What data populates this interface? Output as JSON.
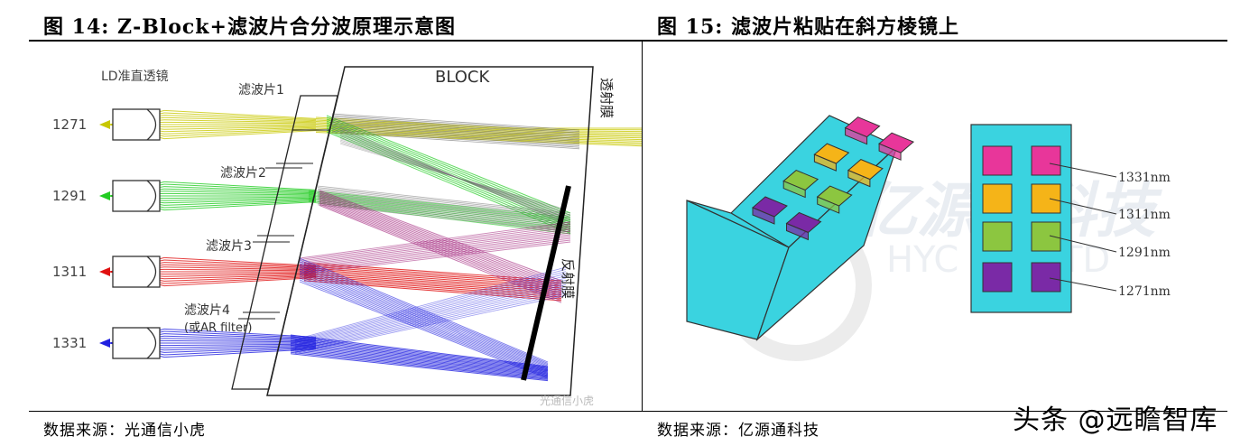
{
  "figure14": {
    "title": "图 14:  Z-Block+滤波片合分波原理示意图",
    "source": "数据来源：光通信小虎",
    "labels": {
      "ld": "LD准直透镜",
      "block": "BLOCK",
      "filter1": "滤波片1",
      "filter2": "滤波片2",
      "filter3": "滤波片3",
      "filter4": "滤波片4",
      "filter4_note": "(或AR filter)",
      "transmit_film": "透射膜",
      "reflect_film": "反射膜",
      "wl1": "1271",
      "wl2": "1291",
      "wl3": "1311",
      "wl4": "1331",
      "watermark": "光通信小虎"
    },
    "colors": {
      "1271": "#c8c800",
      "1291": "#22cc22",
      "1311": "#e01010",
      "1331": "#2020e0",
      "magenta": "#a0207a"
    }
  },
  "figure15": {
    "title": "图 15:  滤波片粘贴在斜方棱镜上",
    "source": "数据来源：亿源通科技",
    "labels": {
      "nm1331": "1331nm",
      "nm1311": "1311nm",
      "nm1291": "1291nm",
      "nm1271": "1271nm",
      "wm_brand": "亿源通科技",
      "wm_latin": "HYC CO.,LTD"
    },
    "colors": {
      "prism": "#3ad3e0",
      "pink": "#e8369a",
      "orange": "#f5b418",
      "green": "#8cc640",
      "purple": "#7a2aa6"
    }
  },
  "watermark": "头条 @远瞻智库"
}
